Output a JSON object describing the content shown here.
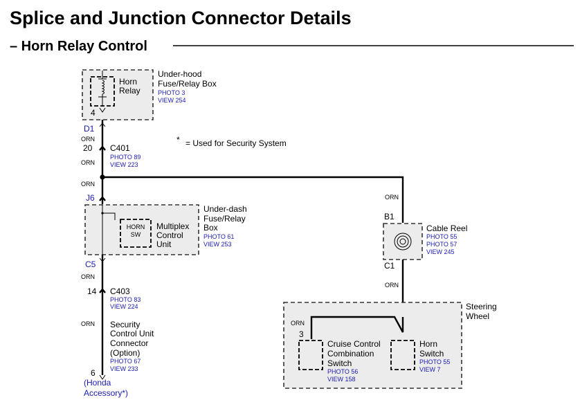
{
  "page": {
    "title": "Splice and Junction Connector Details",
    "subtitle": "– Horn Relay Control"
  },
  "note": {
    "star": "*",
    "text": "=  Used for Security System"
  },
  "components": {
    "horn_relay": {
      "label_l1": "Horn",
      "label_l2": "Relay",
      "pin": "4"
    },
    "underhood_box": {
      "l1": "Under-hood",
      "l2": "Fuse/Relay Box",
      "photo": "PHOTO 3",
      "view": "VIEW 254"
    },
    "c401": {
      "pin": "20",
      "name": "C401",
      "photo": "PHOTO 89",
      "view": "VIEW 223"
    },
    "underdash_box": {
      "l1": "Under-dash",
      "l2": "Fuse/Relay",
      "l3": "Box",
      "photo": "PHOTO 61",
      "view": "VIEW 253"
    },
    "horn_sw": {
      "l1": "HORN",
      "l2": "SW"
    },
    "mcu": {
      "l1": "Multiplex",
      "l2": "Control",
      "l3": "Unit"
    },
    "c403": {
      "pin": "14",
      "name": "C403",
      "photo": "PHOTO 83",
      "view": "VIEW 224"
    },
    "security": {
      "l1": "Security",
      "l2": "Control Unit",
      "l3": "Connector",
      "l4": "(Option)",
      "photo": "PHOTO 67",
      "view": "VIEW 233",
      "pin": "6",
      "honda1": "(Honda",
      "honda2": "Accessory*)"
    },
    "cable_reel": {
      "label": "Cable Reel",
      "photo1": "PHOTO 55",
      "photo2": "PHOTO 57",
      "view": "VIEW 245"
    },
    "steering_wheel": {
      "l1": "Steering",
      "l2": "Wheel"
    },
    "cruise": {
      "pin": "3",
      "l1": "Cruise Control",
      "l2": "Combination",
      "l3": "Switch",
      "photo": "PHOTO 56",
      "view": "VIEW 158"
    },
    "horn_switch": {
      "l1": "Horn",
      "l2": "Switch",
      "photo": "PHOTO 55",
      "view": "VIEW 7"
    }
  },
  "connectors": {
    "d1": "D1",
    "j6": "J6",
    "c5": "C5",
    "b1": "B1",
    "c1": "C1"
  },
  "wire_colors": {
    "orn": "ORN"
  }
}
